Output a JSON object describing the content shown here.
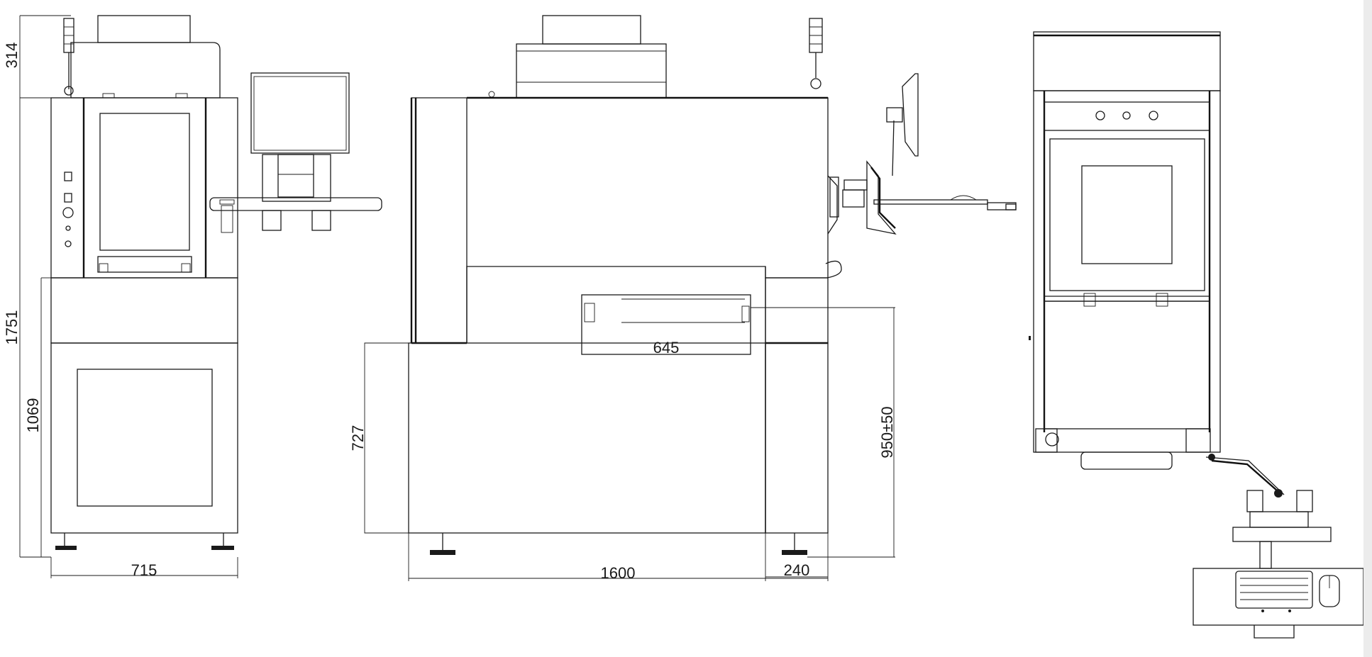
{
  "dimensions": {
    "side_top_height": "314",
    "side_total_height": "1751",
    "side_lower_height": "1069",
    "side_width": "715",
    "conveyor_width": "645",
    "side_step_height": "727",
    "front_length": "1600",
    "front_foot_offset": "240",
    "work_height": "950±50"
  },
  "icons": {
    "signal_tower": "signal-tower-icon",
    "keyboard": "keyboard-icon",
    "mouse": "mouse-icon",
    "monitor": "monitor-icon"
  }
}
